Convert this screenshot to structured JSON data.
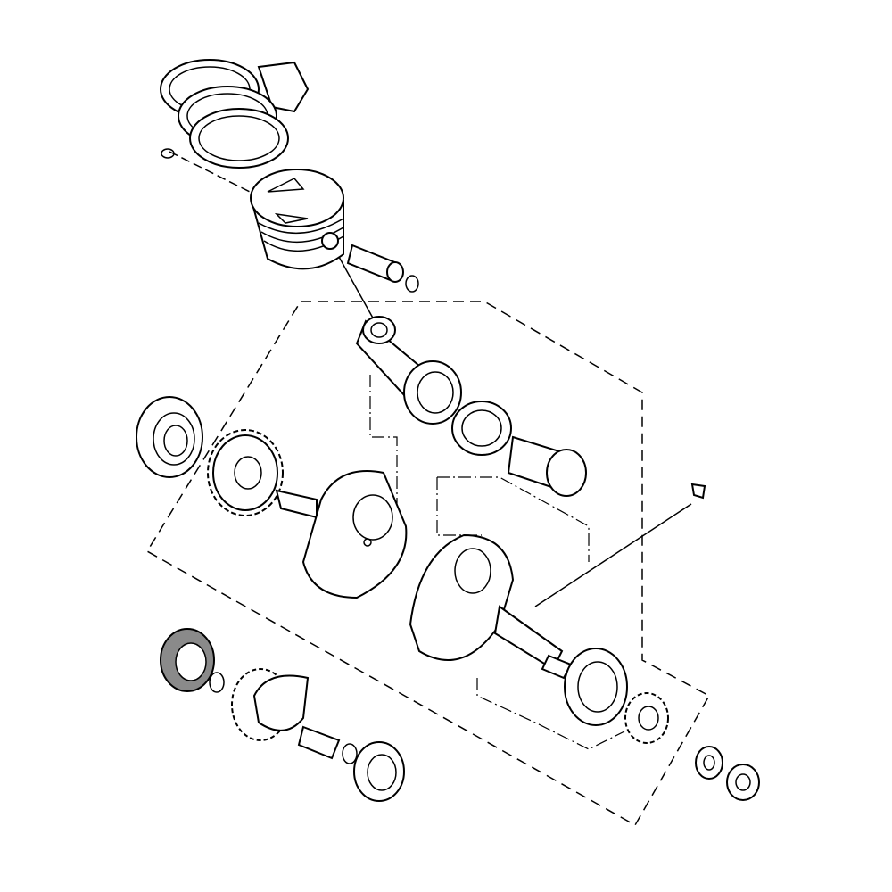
{
  "diagram": {
    "line_color": "#000000",
    "background": "#ffffff",
    "highlighted_bearing_color": "#8a8a8a",
    "parts": [
      "piston-ring-set",
      "piston-clip",
      "piston",
      "piston-pin",
      "connecting-rod",
      "needle-bearing",
      "crank-pin",
      "crank-half-left",
      "crank-half-right",
      "woodruff-key",
      "bearing",
      "gear",
      "washer",
      "nut"
    ]
  }
}
